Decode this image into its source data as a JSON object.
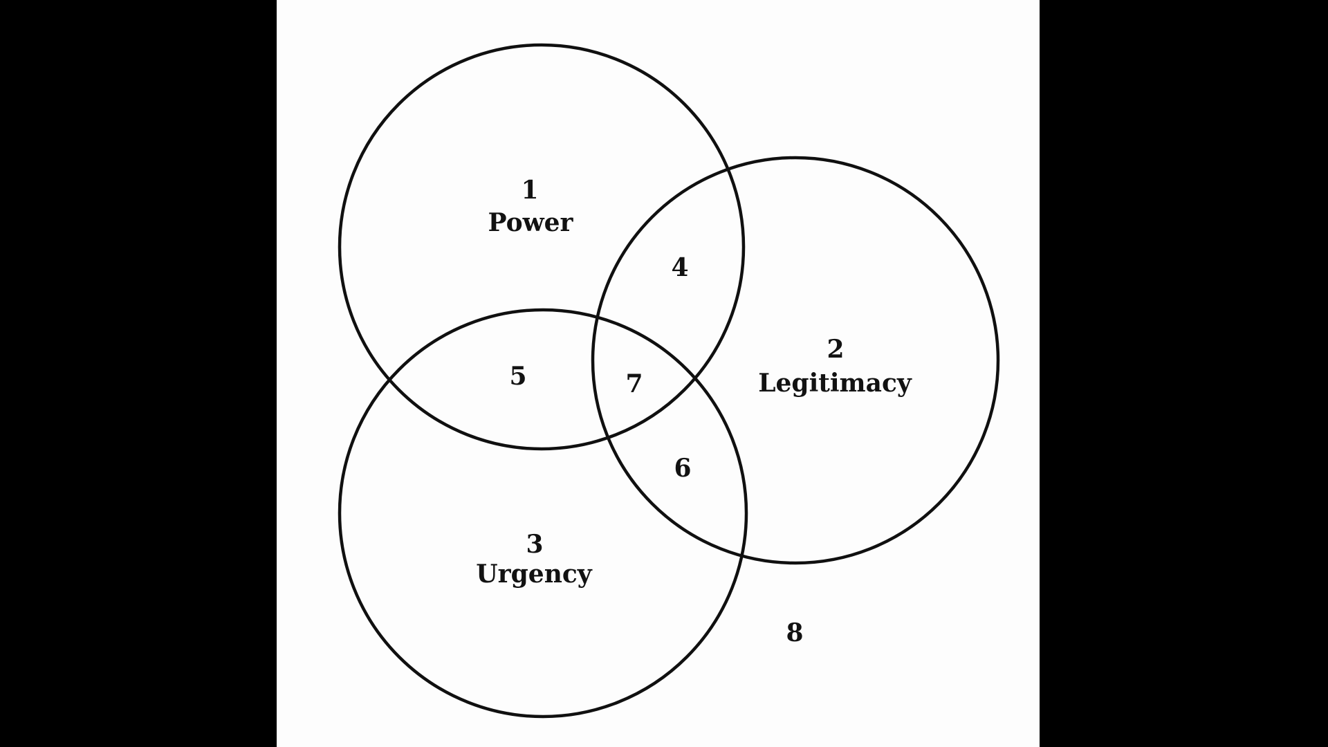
{
  "figure": {
    "background_color": "#000000",
    "canvas_color": "#fdfdfd",
    "line_color": "#101010",
    "circles": [
      {
        "number": "1",
        "label": "Power"
      },
      {
        "number": "2",
        "label": "Legitimacy"
      },
      {
        "number": "3",
        "label": "Urgency"
      }
    ],
    "regions": [
      {
        "number": "4"
      },
      {
        "number": "5"
      },
      {
        "number": "6"
      },
      {
        "number": "7"
      },
      {
        "number": "8"
      }
    ]
  }
}
